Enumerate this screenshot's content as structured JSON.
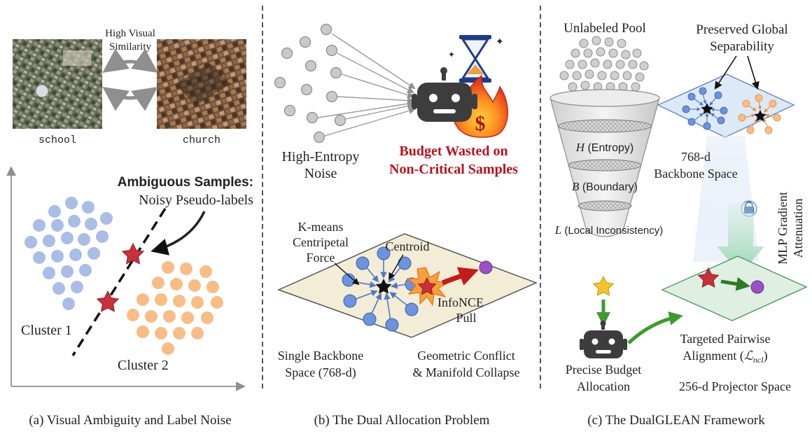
{
  "panel_a": {
    "similarity_label_line1": "High Visual",
    "similarity_label_line2": "Similarity",
    "left_image_label": "school",
    "right_image_label": "church",
    "ambiguous_title": "Ambiguous Samples:",
    "ambiguous_sub": "Noisy Pseudo-labels",
    "cluster1_label": "Cluster 1",
    "cluster2_label": "Cluster 2",
    "caption": "(a) Visual Ambiguity and Label Noise"
  },
  "panel_b": {
    "noise_label_line1": "High-Entropy",
    "noise_label_line2": "Noise",
    "budget_line1": "Budget Wasted on",
    "budget_line2": "Non-Critical Samples",
    "dollar_sign": "$",
    "kmeans_line1": "K-means",
    "kmeans_line2": "Centripetal",
    "kmeans_line3": "Force",
    "centroid_label": "Centroid",
    "infonce_line1": "InfoNCE",
    "infonce_line2": "Pull",
    "backbone_line1": "Single Backbone",
    "backbone_line2": "Space (768-d)",
    "conflict_line1": "Geometric Conflict",
    "conflict_line2": "& Manifold Collapse",
    "caption": "(b) The Dual Allocation Problem"
  },
  "panel_c": {
    "pool_label": "Unlabeled Pool",
    "filter_h_sym": "H",
    "filter_h_text": " (Entropy)",
    "filter_b_sym": "B",
    "filter_b_text": " (Boundary)",
    "filter_l_sym": "L",
    "filter_l_text": " (Local Inconsistency)",
    "precise_line1": "Precise Budget",
    "precise_line2": "Allocation",
    "separability_line1": "Preserved Global",
    "separability_line2": "Separability",
    "backbone_line1": "768-d",
    "backbone_line2": "Backbone Space",
    "mlp_line1": "MLP Gradient",
    "mlp_line2": "Attenuation",
    "targeted_line1": "Targeted Pairwise",
    "targeted_line2_prefix": "Alignment (",
    "targeted_symbol": "ℒ",
    "targeted_sub": "ncl",
    "targeted_line2_suffix": ")",
    "projector_label": "256-d Projector Space",
    "caption": "(c) The DualGLEAN Framework"
  },
  "colors": {
    "cluster1": "#a9bde6",
    "cluster2": "#f8bd87",
    "star_red": "#c8303a",
    "star_yellow": "#f6c22b",
    "budget_text": "#b8131b",
    "gray_dot": "#c9c9c9",
    "blue_node": "#6d93dc",
    "purple": "#9a52c2",
    "green_arrow": "#3f9a2f",
    "robot": "#3d3d3d"
  },
  "icons": [
    "robot-icon",
    "hourglass-icon",
    "fire-icon",
    "lock-icon",
    "star-icon"
  ]
}
